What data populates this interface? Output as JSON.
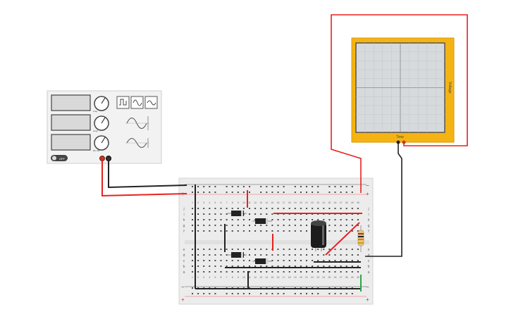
{
  "function_generator": {
    "displays": [
      "",
      "",
      ""
    ],
    "knob_labels": [
      "Freq",
      "Ampl",
      "DC Off"
    ],
    "power_label": "OFF",
    "waveforms": [
      "square-wave-icon",
      "sine-wave-icon",
      "triangle-wave-icon"
    ]
  },
  "oscilloscope": {
    "x_axis_label": "Time",
    "y_axis_label": "Voltage",
    "frame_color": "#f5b313"
  },
  "breadboard": {
    "column_numbers": [
      "1",
      "2",
      "3",
      "4",
      "5",
      "6",
      "7",
      "8",
      "9",
      "10",
      "11",
      "12",
      "13",
      "14",
      "15",
      "16",
      "17",
      "18",
      "19",
      "20",
      "21",
      "22",
      "23",
      "24",
      "25",
      "26",
      "27",
      "28",
      "29",
      "30"
    ],
    "top_row_letters": [
      "j",
      "i",
      "h",
      "g",
      "f"
    ],
    "bottom_row_letters": [
      "e",
      "d",
      "c",
      "b",
      "a"
    ],
    "rail_minus": "−",
    "rail_plus": "+"
  },
  "colors": {
    "wire_red": "#e8211e",
    "wire_black": "#222222",
    "wire_green": "#28a745"
  }
}
